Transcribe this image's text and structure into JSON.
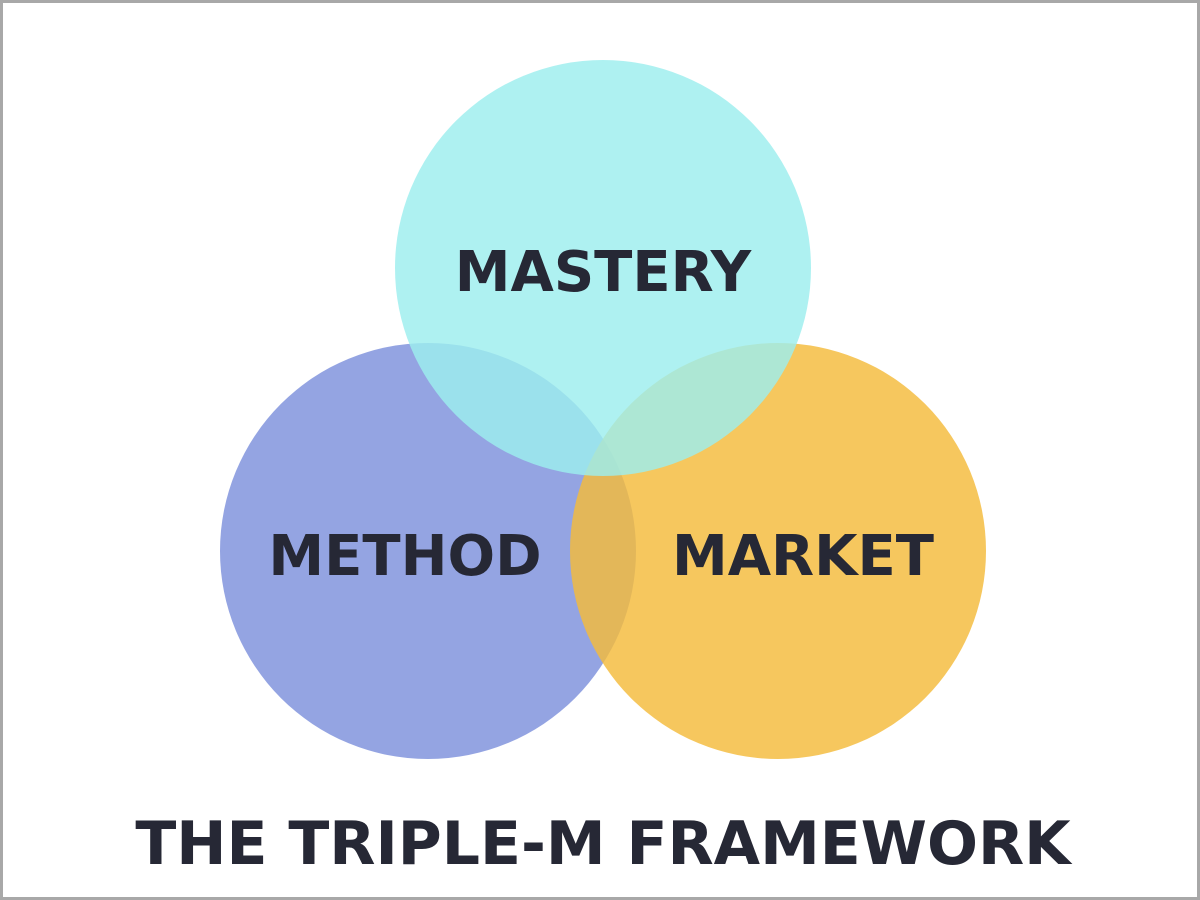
{
  "diagram": {
    "title": "THE TRIPLE-M FRAMEWORK",
    "circles": [
      {
        "label": "MASTERY",
        "color": "#9ceeee"
      },
      {
        "label": "METHOD",
        "color": "#7c90dc"
      },
      {
        "label": "MARKET",
        "color": "#f4bb3b"
      }
    ],
    "text_color": "#262835"
  }
}
